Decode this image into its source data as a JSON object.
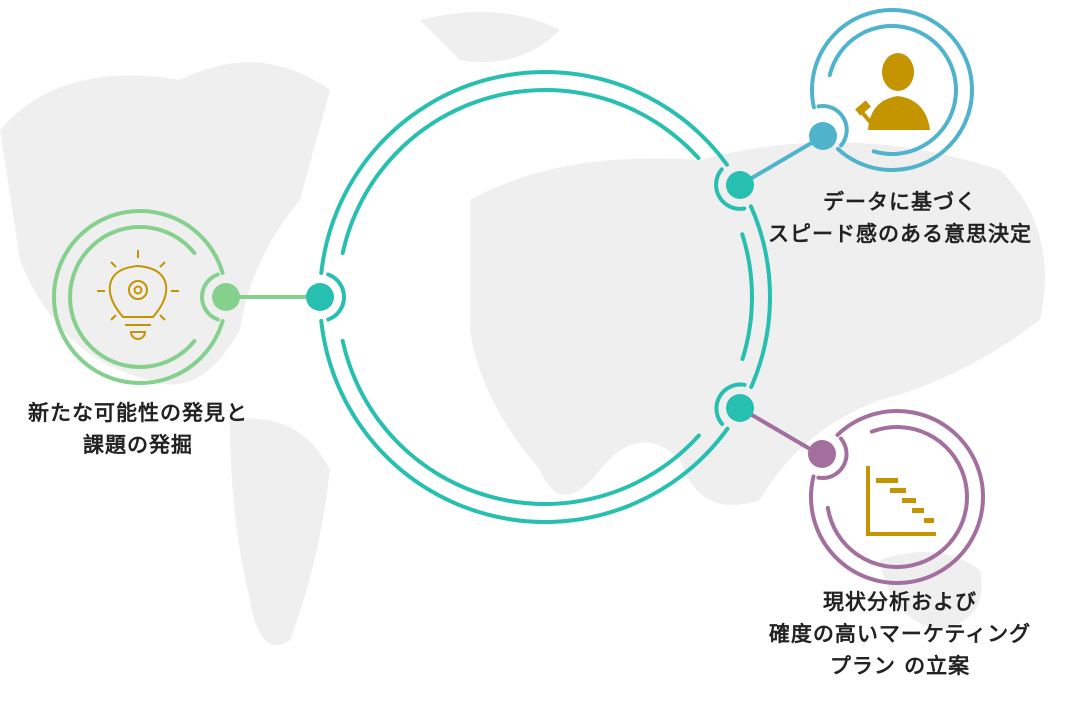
{
  "colors": {
    "main": "#26bfb0",
    "green": "#86d08e",
    "blue": "#4fb3cc",
    "purple": "#a36f9e",
    "icon": "#c49500",
    "map": "#efefef"
  },
  "nodes": [
    {
      "id": "discovery",
      "icon": "lightbulb-gear-icon",
      "lines": [
        "新たな可能性の発見と",
        "課題の発掘"
      ]
    },
    {
      "id": "decision",
      "icon": "businessman-gavel-icon",
      "lines": [
        "データに基づく",
        "スピード感のある意思決定"
      ]
    },
    {
      "id": "analysis",
      "icon": "gantt-chart-icon",
      "lines": [
        "現状分析および",
        "確度の高いマーケティング",
        "プラン の立案"
      ]
    }
  ]
}
